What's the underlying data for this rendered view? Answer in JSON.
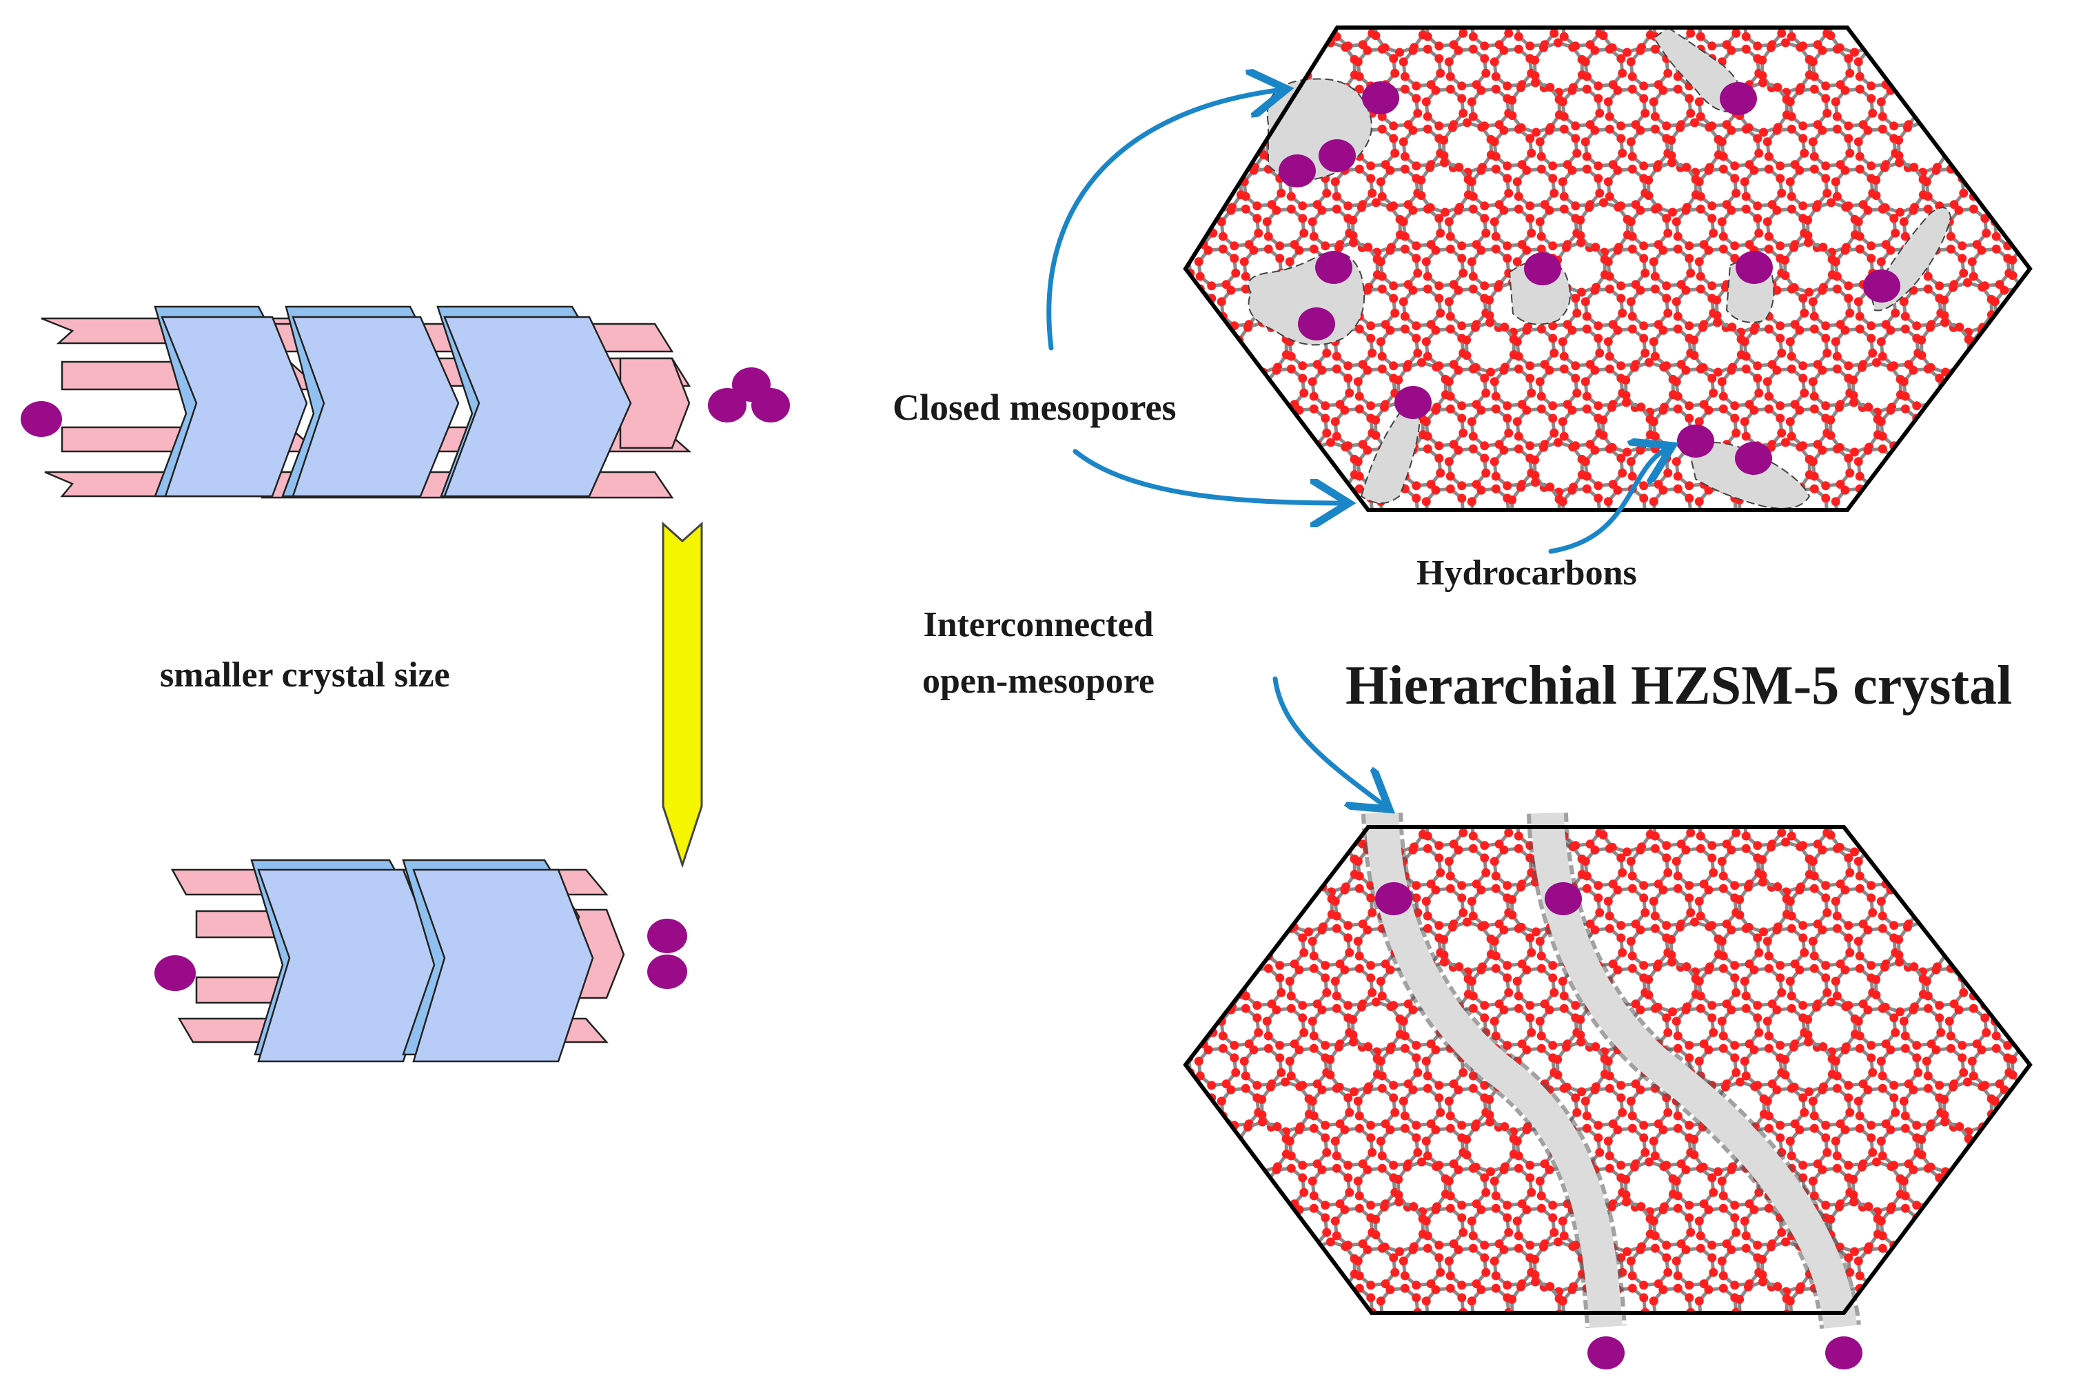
{
  "labels": {
    "closed_mesopores": "Closed mesopores",
    "hydrocarbons": "Hydrocarbons",
    "interconnected_line1": "Interconnected",
    "interconnected_line2": "open-mesopore",
    "smaller_crystal_size": "smaller crystal size",
    "hierarchical_title": "Hierarchial HZSM-5 crystal"
  },
  "colors": {
    "crystal_blue": "#b7cdf7",
    "crystal_blue_edge": "#7fb4ee",
    "channel_pink": "#f7b6c2",
    "molecule_purple": "#9a0b8a",
    "arrow_blue": "#1a86c8",
    "arrow_yellow": "#f5f500",
    "framework_red": "#ff1f1f",
    "framework_grey": "#8a8a8a",
    "mesopore_grey": "#d6d6d6"
  }
}
